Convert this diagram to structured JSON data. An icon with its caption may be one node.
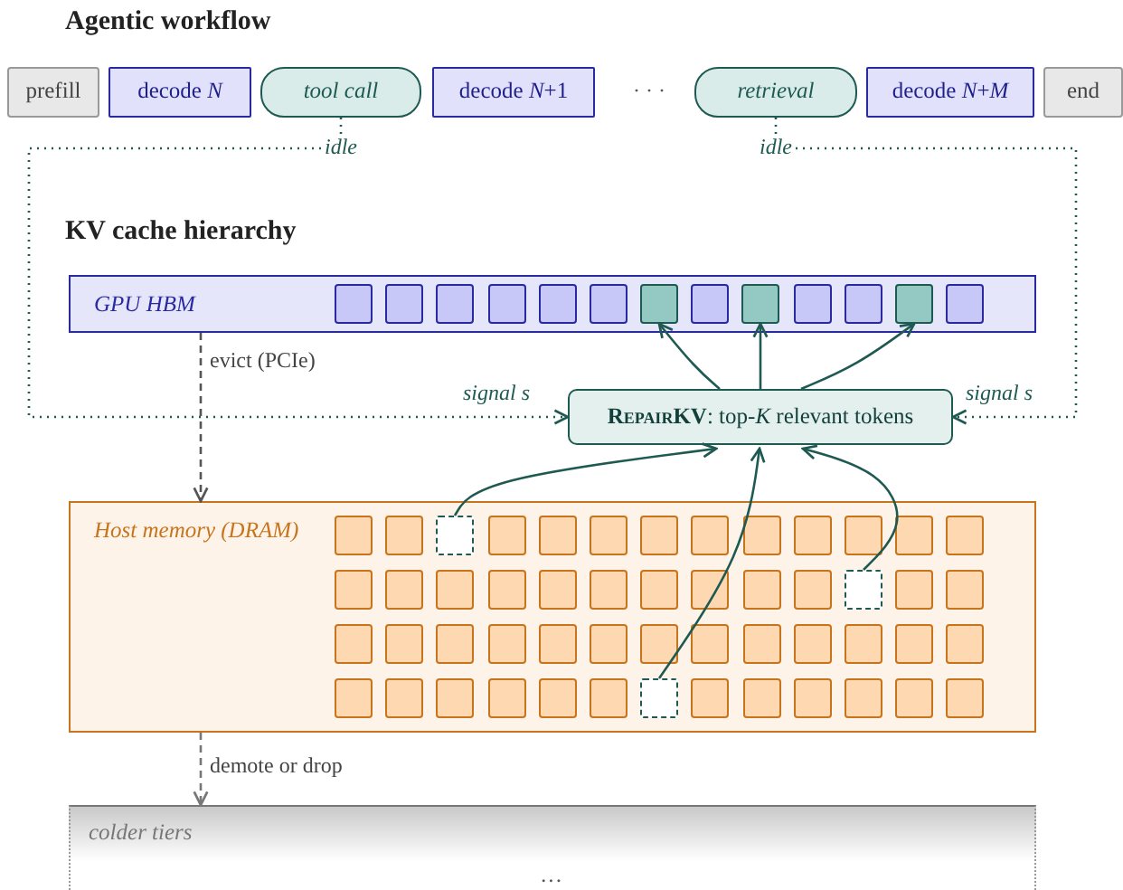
{
  "diagram": {
    "nodes": [
      {
        "text": [
          "prefill"
        ]
      },
      {
        "text": [
          "decode *N*"
        ]
      },
      {
        "text": [
          "tool call"
        ],
        "beside": [
          "idle"
        ]
      },
      {
        "text": [
          "decode *N*+1"
        ]
      },
      {
        "text": [
          "retrieval"
        ],
        "beside": [
          "idle"
        ]
      },
      {
        "text": [
          "decode *N*+*M*"
        ]
      },
      {
        "text": [
          "end"
        ]
      },
      {
        "text": [
          "GPU HBM"
        ]
      },
      {
        "text": [],
        "shape": "box",
        "in": 7
      },
      {
        "text": [],
        "shape": "box",
        "in": 7
      },
      {
        "text": [],
        "shape": "box",
        "in": 7
      },
      {
        "text": [
          "**RepairKV**: top-*K* relevant tokens"
        ]
      },
      {
        "text": [
          "Host memory (DRAM)"
        ]
      },
      {
        "text": [],
        "shape": "box",
        "in": 12
      },
      {
        "text": [],
        "shape": "box",
        "in": 12
      },
      {
        "text": [],
        "shape": "box",
        "in": 12
      },
      {
        "text": [
          "colder tiers",
          "···"
        ]
      }
    ],
    "edges": [
      {
        "from": 11,
        "to": 8,
        "arrow": "to"
      },
      {
        "from": 11,
        "to": 9,
        "arrow": "to"
      },
      {
        "from": 11,
        "to": 10,
        "arrow": "to"
      },
      {
        "from": 13,
        "to": 11,
        "arrow": "to"
      },
      {
        "from": 15,
        "to": 11,
        "arrow": "to"
      },
      {
        "from": 14,
        "to": 11,
        "arrow": "to"
      },
      {
        "from": 2,
        "to": 11,
        "arrow": "to",
        "label": "signal *s*",
        "style": "dashed"
      },
      {
        "from": 4,
        "to": 11,
        "arrow": "to",
        "label": "signal *s*",
        "style": "dashed"
      },
      {
        "from": 7,
        "to": 12,
        "arrow": "to",
        "label": "evict (PCIe)",
        "style": "dashed",
        "color": "#555555"
      },
      {
        "from": 12,
        "to": 16,
        "arrow": "to",
        "label": "demote or drop",
        "style": "dashed",
        "color": "#777777"
      }
    ],
    "labels": [
      "Agentic workflow",
      "· · ·",
      "KV cache hierarchy"
    ]
  }
}
